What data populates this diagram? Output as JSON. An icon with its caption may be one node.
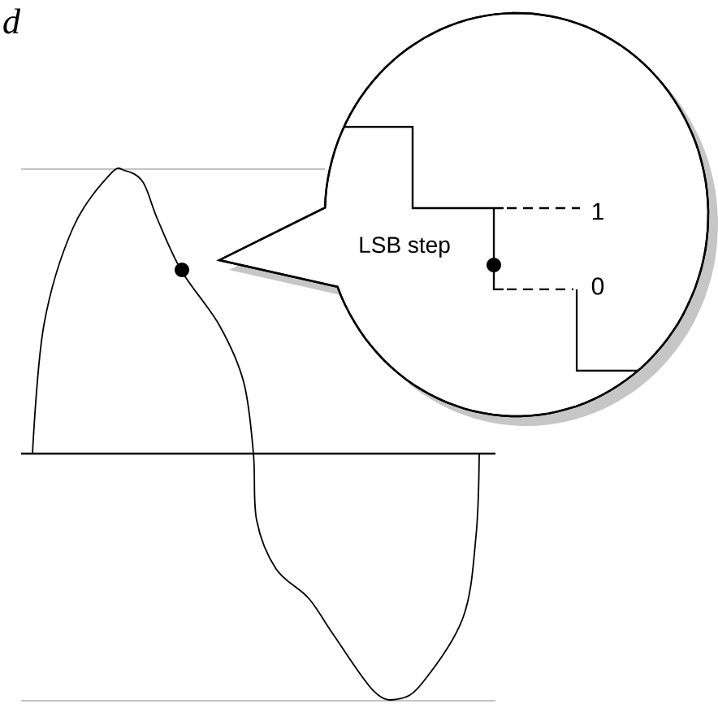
{
  "diagram": {
    "nodes": [
      {
        "text": [
          "LSB step"
        ]
      }
    ],
    "labels": [
      "d",
      "1",
      "0"
    ]
  }
}
